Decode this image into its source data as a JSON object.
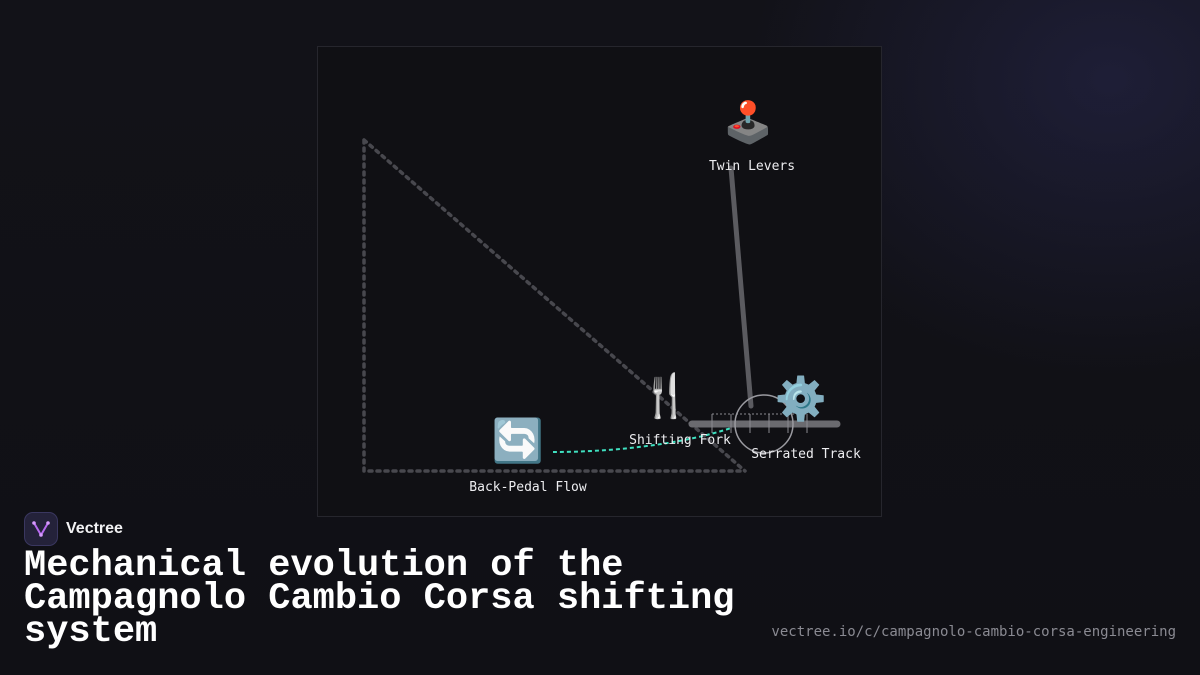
{
  "brand": {
    "name": "Vectree"
  },
  "title": "Mechanical evolution of the Campagnolo Cambio Corsa shifting system",
  "url": "vectree.io/c/campagnolo-cambio-corsa-engineering",
  "diagram": {
    "nodes": [
      {
        "id": "twin-levers",
        "label": "Twin Levers",
        "icon": "joystick-icon"
      },
      {
        "id": "shifting-fork",
        "label": "Shifting Fork",
        "icon": "fork-knife-icon"
      },
      {
        "id": "serrated-track",
        "label": "Serrated Track",
        "icon": "gear-icon"
      },
      {
        "id": "back-pedal-flow",
        "label": "Back-Pedal Flow",
        "icon": "cycle-arrows-icon"
      }
    ],
    "colors": {
      "flow_line": "#3fe0c0",
      "rod": "#5b5b60",
      "dotted_guide": "#48484e",
      "brand_accent": "#b86bf0"
    }
  }
}
